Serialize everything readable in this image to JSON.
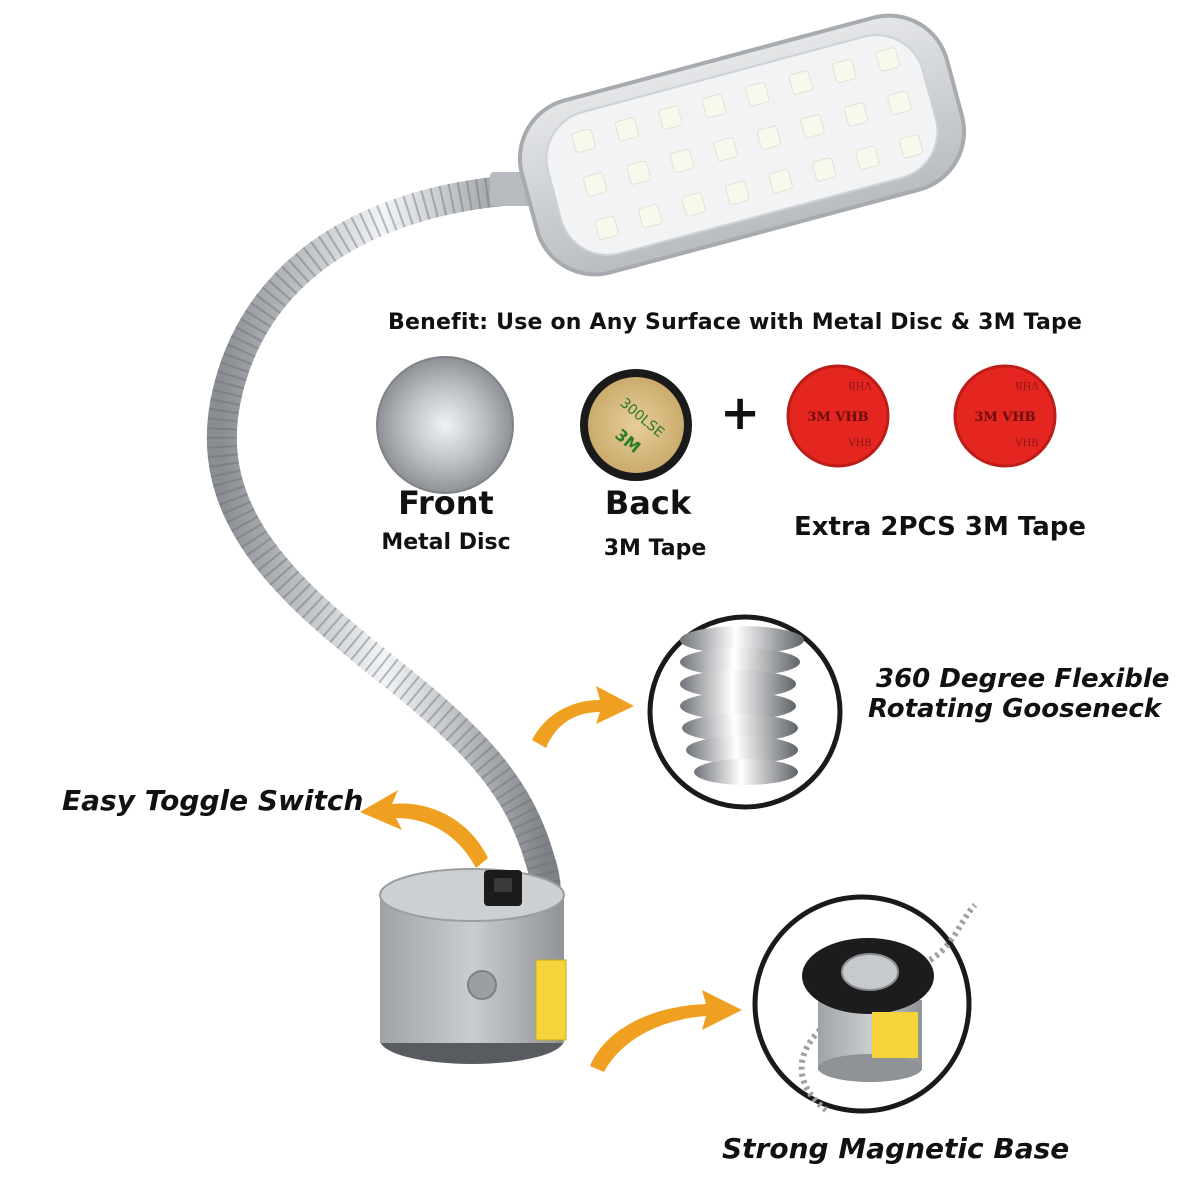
{
  "benefit_heading": "Benefit: Use on Any Surface with Metal Disc & 3M Tape",
  "plus_symbol": "+",
  "front": {
    "title": "Front",
    "subtitle": "Metal Disc"
  },
  "back": {
    "title": "Back",
    "subtitle": "3M Tape"
  },
  "extra_tape_label": "Extra 2PCS 3M Tape",
  "callouts": {
    "gooseneck_line1": "360 Degree Flexible",
    "gooseneck_line2": "Rotating Gooseneck",
    "toggle": "Easy Toggle Switch",
    "magnetic": "Strong Magnetic Base"
  },
  "tape_print": {
    "backing": "300LSE",
    "brand": "3M",
    "red_brand": "3M VHB",
    "red_repeat": "VHB"
  },
  "colors": {
    "arrow": "#f0a020",
    "red_tape": "#e42520",
    "lamp_gray": "#a9adb2",
    "metal": "#c8ccd0",
    "label_yellow": "#f4d43a"
  }
}
